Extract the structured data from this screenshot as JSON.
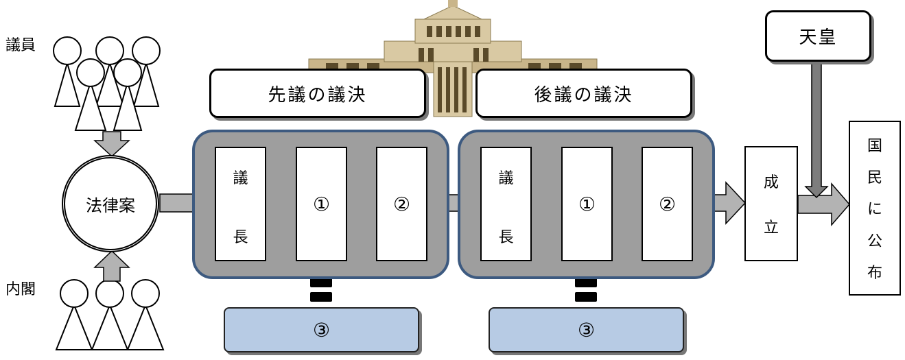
{
  "left_groups": {
    "members_label": "議員",
    "cabinet_label": "内閣",
    "bill_label": "法律案"
  },
  "phases": [
    {
      "heading": "先議の議決",
      "speaker": "議長",
      "speaker_chars": [
        "議",
        "長"
      ],
      "steps": [
        "①",
        "②"
      ],
      "committee": "③"
    },
    {
      "heading": "後議の議決",
      "speaker": "議長",
      "speaker_chars": [
        "議",
        "長"
      ],
      "steps": [
        "①",
        "②"
      ],
      "committee": "③"
    }
  ],
  "enactment": {
    "label": "成立",
    "chars": [
      "成",
      "立"
    ]
  },
  "emperor": {
    "label": "天皇"
  },
  "promulgation": {
    "label": "国民に公布",
    "chars": [
      "国",
      "民",
      "に",
      "公",
      "布"
    ]
  },
  "colors": {
    "panel_fill": "#9e9e9e",
    "panel_border": "#3d5a80",
    "committee_fill": "#b7cbe4",
    "arrow_fill": "#b3b3b3",
    "building": "#d9c9a3"
  }
}
